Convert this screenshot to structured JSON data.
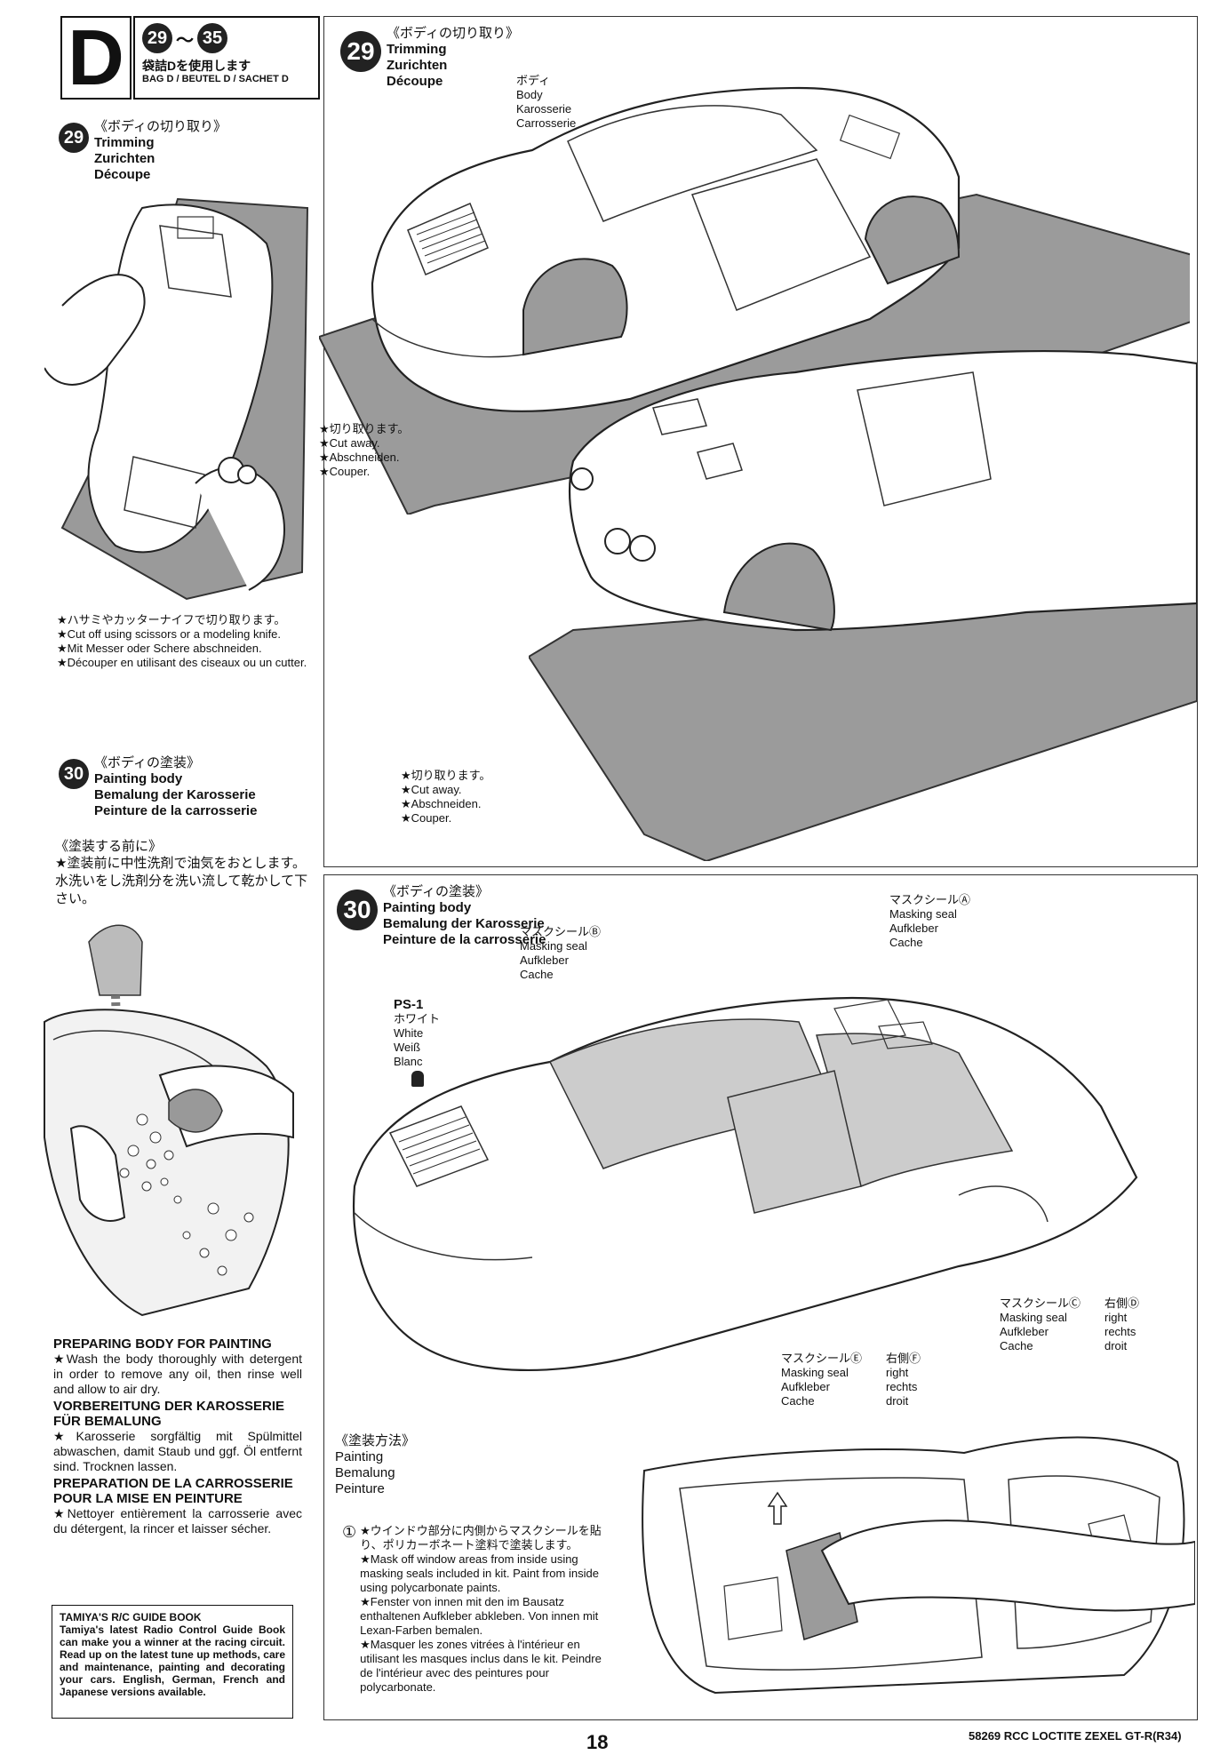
{
  "section": {
    "letter": "D",
    "range_start": "29",
    "range_sep": "〜",
    "range_end": "35",
    "bag_jp": "袋詰Dを使用します",
    "bag_multi": "BAG D / BEUTEL D / SACHET D"
  },
  "left_step29": {
    "num": "29",
    "title_jp": "《ボディの切り取り》",
    "title_en": "Trimming",
    "title_de": "Zurichten",
    "title_fr": "Découpe",
    "note_jp": "★ハサミやカッターナイフで切り取ります。",
    "note_en": "★Cut off using scissors or a modeling knife.",
    "note_de": "★Mit Messer oder Schere abschneiden.",
    "note_fr": "★Découper en utilisant des ciseaux ou un cutter."
  },
  "left_step30": {
    "num": "30",
    "title_jp": "《ボディの塗装》",
    "title_en": "Painting body",
    "title_de": "Bemalung der Karosserie",
    "title_fr": "Peinture de la carrosserie",
    "pre_title_jp": "《塗装する前に》",
    "pre_text_jp": "★塗装前に中性洗剤で油気をおとします。水洗いをし洗剤分を洗い流して乾かして下さい。"
  },
  "prep": {
    "en_title": "PREPARING BODY FOR PAINTING",
    "en_text": "★Wash the body thoroughly with detergent in order to remove any oil, then rinse well and allow to air dry.",
    "de_title": "VORBEREITUNG DER KAROSSERIE FÜR BEMALUNG",
    "de_text": "★Karosserie sorgfältig mit Spülmittel abwaschen, damit Staub und ggf. Öl entfernt sind. Trocknen lassen.",
    "fr_title": "PREPARATION DE LA CARROSSERIE POUR LA MISE EN PEINTURE",
    "fr_text": "★Nettoyer entièrement la carrosserie avec du détergent, la rincer et laisser sécher."
  },
  "guide": {
    "title": "TAMIYA'S R/C GUIDE BOOK",
    "text": "Tamiya's latest Radio Control Guide Book can make you a winner at the racing circuit. Read up on the latest tune up methods, care and maintenance, painting and decorating your cars. English, German, French and Japanese versions available."
  },
  "panel29": {
    "num": "29",
    "title_jp": "《ボディの切り取り》",
    "title_en": "Trimming",
    "title_de": "Zurichten",
    "title_fr": "Découpe",
    "body_jp": "ボディ",
    "body_en": "Body",
    "body_de": "Karosserie",
    "body_fr": "Carrosserie",
    "cut1_jp": "★切り取ります。",
    "cut1_en": "★Cut away.",
    "cut1_de": "★Abschneiden.",
    "cut1_fr": "★Couper.",
    "cut2_jp": "★切り取ります。",
    "cut2_en": "★Cut away.",
    "cut2_de": "★Abschneiden.",
    "cut2_fr": "★Couper."
  },
  "panel30": {
    "num": "30",
    "title_jp": "《ボディの塗装》",
    "title_en": "Painting body",
    "title_de": "Bemalung der Karosserie",
    "title_fr": "Peinture de la carrosserie",
    "ps1_code": "PS-1",
    "ps1_jp": "ホワイト",
    "ps1_en": "White",
    "ps1_de": "Weiß",
    "ps1_fr": "Blanc",
    "maskA_jp": "マスクシールⒶ",
    "maskA_en": "Masking seal",
    "maskA_de": "Aufkleber",
    "maskA_fr": "Cache",
    "maskB_jp": "マスクシールⒷ",
    "maskB_en": "Masking seal",
    "maskB_de": "Aufkleber",
    "maskB_fr": "Cache",
    "maskC_jp": "マスクシールⒸ",
    "maskC_en": "Masking seal",
    "maskC_de": "Aufkleber",
    "maskC_fr": "Cache",
    "maskD_jp": "右側Ⓓ",
    "maskD_en": "right",
    "maskD_de": "rechts",
    "maskD_fr": "droit",
    "maskE_jp": "マスクシールⒺ",
    "maskE_en": "Masking seal",
    "maskE_de": "Aufkleber",
    "maskE_fr": "Cache",
    "maskF_jp": "右側Ⓕ",
    "maskF_en": "right",
    "maskF_de": "rechts",
    "maskF_fr": "droit",
    "method_jp": "《塗装方法》",
    "method_en": "Painting",
    "method_de": "Bemalung",
    "method_fr": "Peinture",
    "step1_num": "①",
    "step1_jp": "★ウインドウ部分に内側からマスクシールを貼り、ポリカーボネート塗料で塗装します。",
    "step1_en": "★Mask off window areas from inside using masking seals included in kit. Paint from inside using polycarbonate paints.",
    "step1_de": "★Fenster von innen mit den im Bausatz enthaltenen Aufkleber abkleben. Von innen mit Lexan-Farben bemalen.",
    "step1_fr": "★Masquer les zones vitrées à l'intérieur en utilisant les masques inclus dans le kit. Peindre de l'intérieur avec des peintures pour polycarbonate."
  },
  "footer": {
    "page": "18",
    "code": "58269 RCC LOCTITE ZEXEL GT-R(R34)"
  }
}
